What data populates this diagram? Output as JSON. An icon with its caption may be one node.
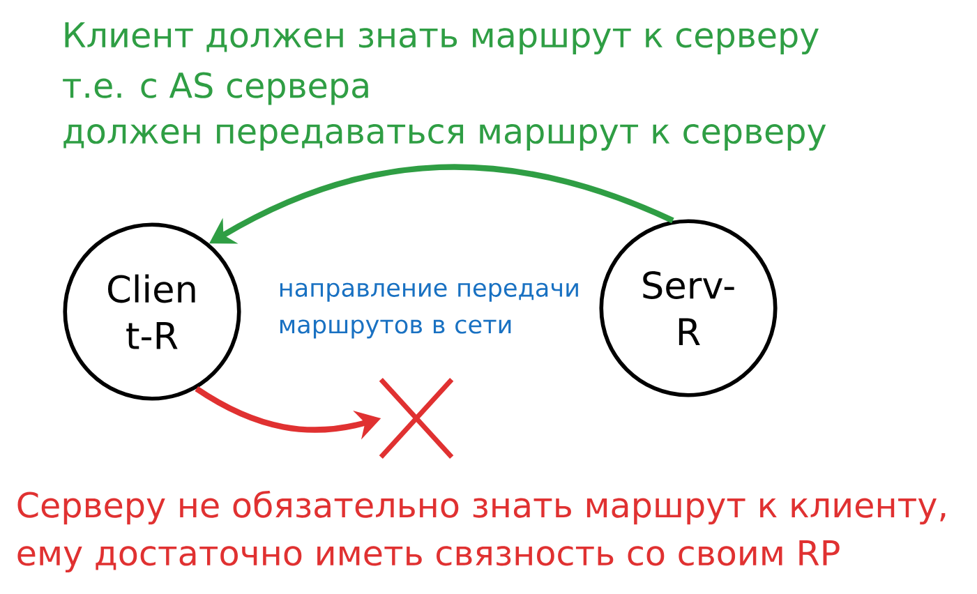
{
  "diagram": {
    "nodes": [
      {
        "text": [
          "Clien t-R"
        ]
      },
      {
        "text": [
          "Serv- R"
        ]
      },
      {
        "text": [],
        "shape": "cross"
      }
    ],
    "edges": [
      {
        "from": 1,
        "to": 0,
        "arrow": "to",
        "color": "#2f9e44"
      },
      {
        "from": 0,
        "to": 2,
        "arrow": "to",
        "color": "#e03131"
      }
    ],
    "labels": [
      "Клиент должен знать маршрут к серверу",
      "т.е. с AS сервера",
      "должен передаваться маршрут к серверу",
      "направление передачи маршрутов в сети",
      "Серверу не обязательно знать маршрут к клиенту,",
      "ему достаточно иметь связность со своим RP"
    ]
  }
}
